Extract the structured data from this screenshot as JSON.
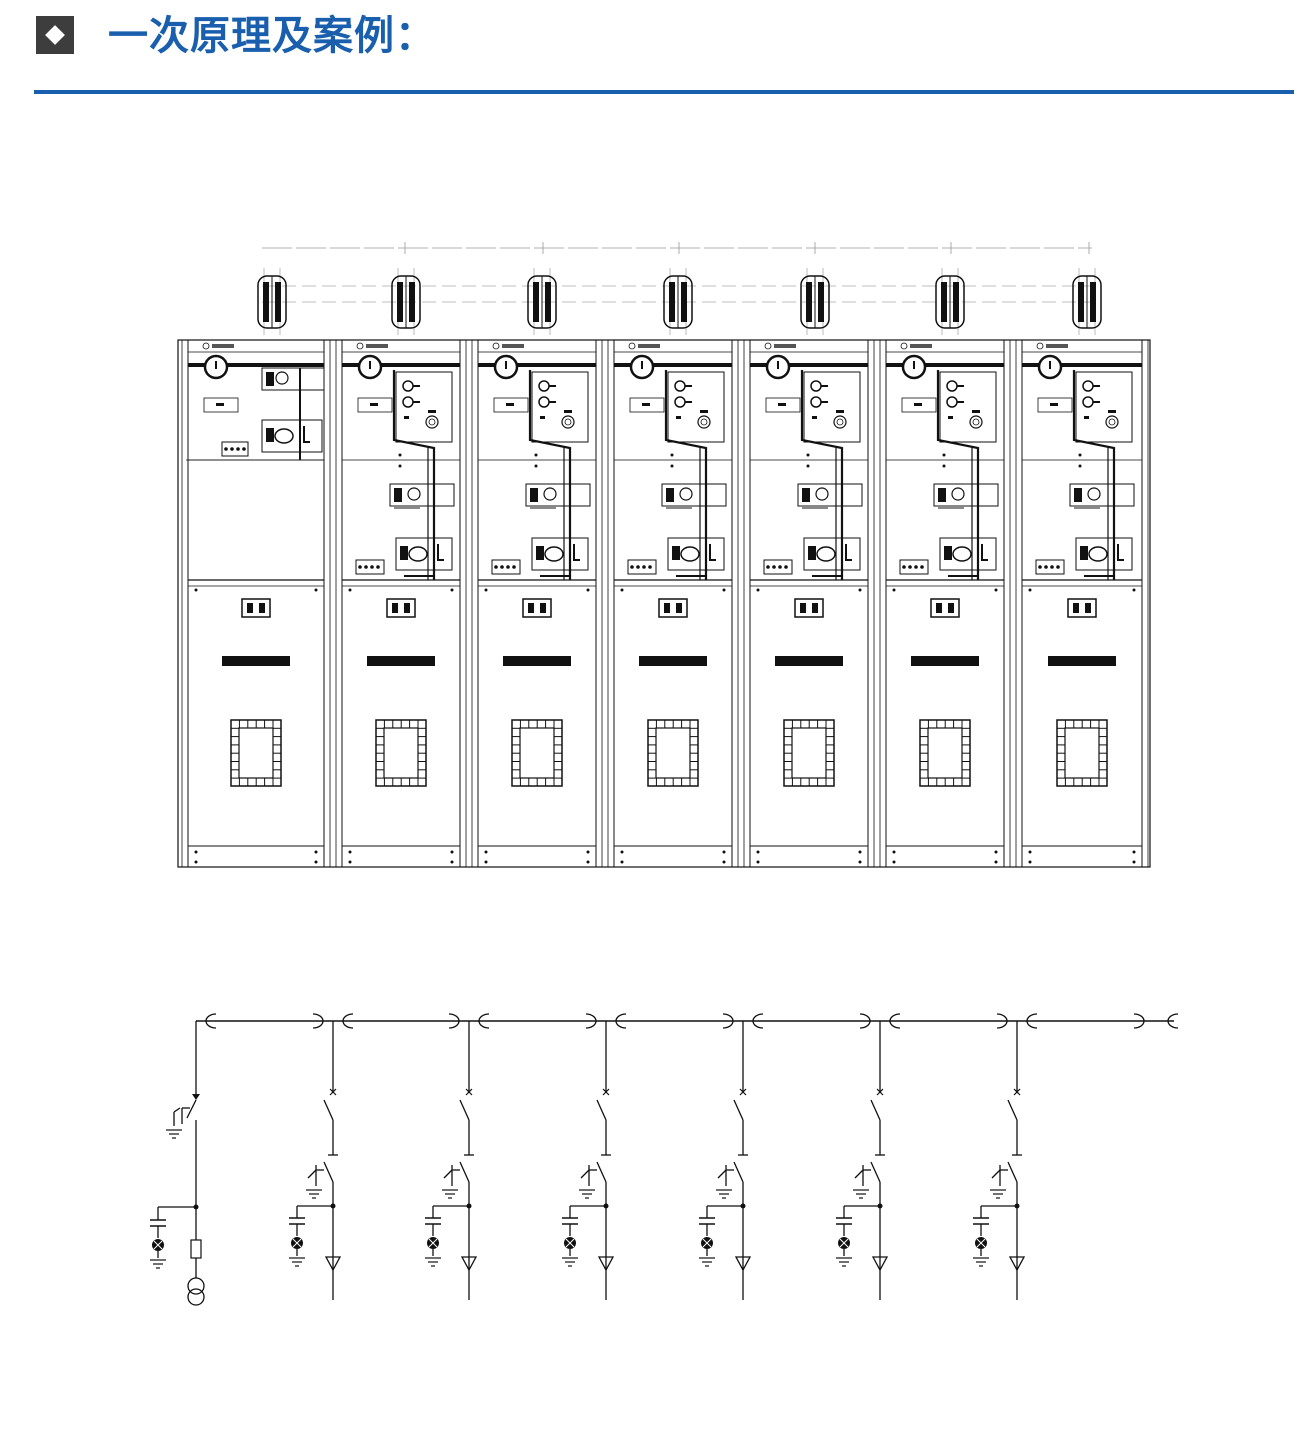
{
  "header": {
    "title": "一次原理及案例：",
    "accent_color": "#1a5fae",
    "badge_icon": "diamond-icon"
  },
  "cabinet_diagram": {
    "panel_count": 7,
    "panel_types": [
      "pt",
      "feeder",
      "feeder",
      "feeder",
      "feeder",
      "feeder",
      "feeder"
    ]
  },
  "single_line_diagram": {
    "bay_count": 7,
    "bay_types": [
      "pt",
      "feeder",
      "feeder",
      "feeder",
      "feeder",
      "feeder",
      "feeder"
    ]
  }
}
